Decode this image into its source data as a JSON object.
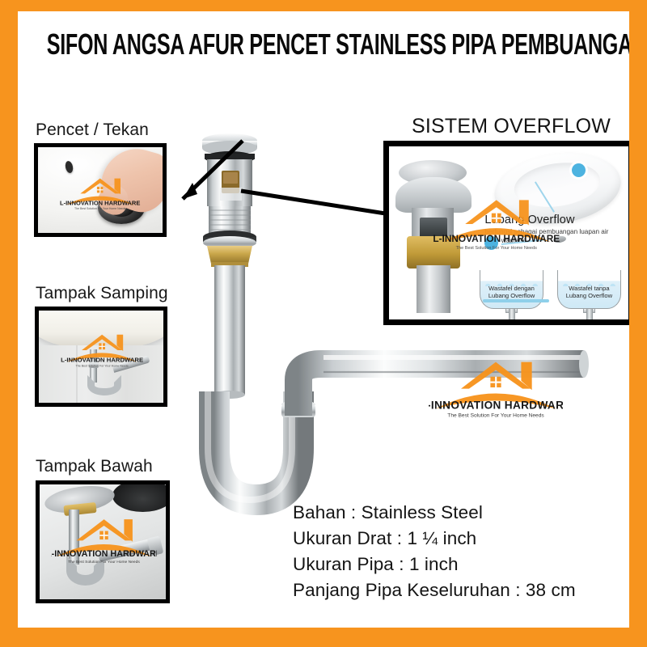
{
  "poster": {
    "border_color": "#F7941E",
    "background": "#FFFFFF",
    "title": "SIFON ANGSA AFUR PENCET STAINLESS PIPA PEMBUANGAN AIR WASTAFEL"
  },
  "brand": {
    "name": "L-INNOVATION HARDWARE",
    "tagline": "The Best Solution For Your Home Needs",
    "logo_color": "#F7941E"
  },
  "thumbnails": [
    {
      "label": "Pencet / Tekan",
      "icon": "press-button-photo"
    },
    {
      "label": "Tampak Samping",
      "icon": "side-view-photo"
    },
    {
      "label": "Tampak Bawah",
      "icon": "bottom-view-photo"
    }
  ],
  "overflow": {
    "title": "SISTEM OVERFLOW",
    "caption_heading": "Lubang Overflow",
    "caption_body": "berfungsi sebagai pembuangan luapan air pada wastafel",
    "diagram_labels": [
      "Wastafel dengan Lubang Overflow",
      "Wastafel tanpa Lubang Overflow"
    ],
    "accent_color": "#4DB3E0"
  },
  "specs": [
    "Bahan : Stainless Steel",
    "Ukuran Drat : 1 ¼ inch",
    "Ukuran Pipa : 1 inch",
    "Panjang Pipa Keseluruhan : 38 cm"
  ],
  "icons": {
    "arrow_to_button": "arrow-icon",
    "arrow_to_overflow": "arrow-icon",
    "house_logo": "house-roof-icon"
  }
}
